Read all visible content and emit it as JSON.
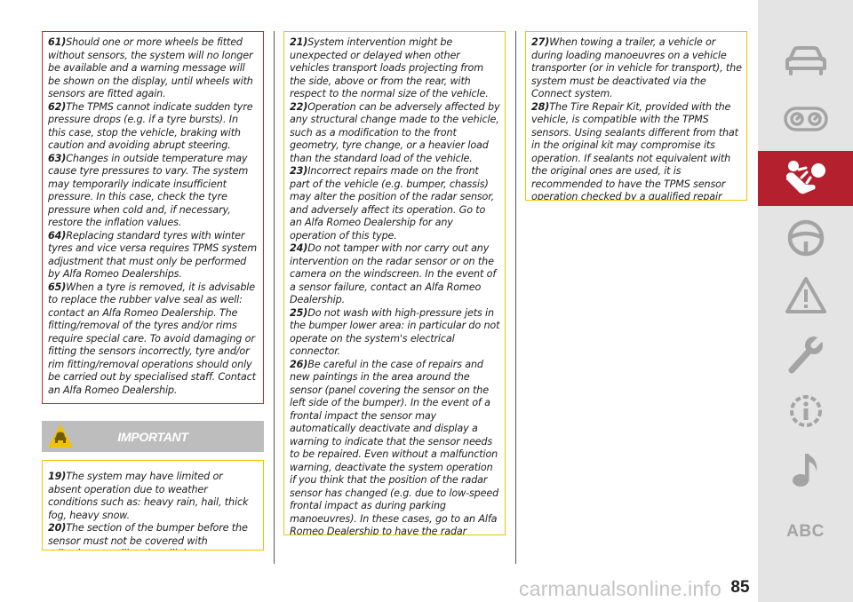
{
  "column1": {
    "notes": [
      {
        "num": "61)",
        "text": "Should one or more wheels be fitted without sensors, the system will no longer be available and a warning message will be shown on the display, until wheels with sensors are fitted again."
      },
      {
        "num": "62)",
        "text": "The TPMS cannot indicate sudden tyre pressure drops (e.g. if a tyre bursts). In this case, stop the vehicle, braking with caution and avoiding abrupt steering."
      },
      {
        "num": "63)",
        "text": "Changes in outside temperature may cause tyre pressures to vary. The system may temporarily indicate insufficient pressure. In this case, check the tyre pressure when cold and, if necessary, restore the inflation values."
      },
      {
        "num": "64)",
        "text": "Replacing standard tyres with winter tyres and vice versa requires TPMS system adjustment that must only be performed by Alfa Romeo Dealerships."
      },
      {
        "num": "65)",
        "text": "When a tyre is removed, it is advisable to replace the rubber valve seal as well: contact an Alfa Romeo Dealership. The fitting/removal of the tyres and/or rims require special care. To avoid damaging or fitting the sensors incorrectly, tyre and/or rim fitting/removal operations should only be carried out by specialised staff. Contact an Alfa Romeo Dealership."
      }
    ]
  },
  "important": {
    "title": "IMPORTANT",
    "notes": [
      {
        "num": "19)",
        "text": "The system may have limited or absent operation due to weather conditions such as: heavy rain, hail, thick fog, heavy snow."
      },
      {
        "num": "20)",
        "text": "The section of the bumper before the sensor must not be covered with adhesives, auxiliary headlights or any other object."
      }
    ]
  },
  "column2": {
    "notes": [
      {
        "num": "21)",
        "text": "System intervention might be unexpected or delayed when other vehicles transport loads projecting from the side, above or from the rear, with respect to the normal size of the vehicle."
      },
      {
        "num": "22)",
        "text": "Operation can be adversely affected by any structural change made to the vehicle, such as a modification to the front geometry, tyre change, or a heavier load than the standard load of the vehicle."
      },
      {
        "num": "23)",
        "text": "Incorrect repairs made on the front part of the vehicle (e.g. bumper, chassis) may alter the position of the radar sensor, and adversely affect its operation. Go to an Alfa Romeo Dealership for any operation of this type."
      },
      {
        "num": "24)",
        "text": "Do not tamper with nor carry out any intervention on the radar sensor or on the camera on the windscreen. In the event of a sensor failure, contact an Alfa Romeo Dealership."
      },
      {
        "num": "25)",
        "text": "Do not wash with high-pressure jets in the bumper lower area: in particular do not operate on the system's electrical connector."
      },
      {
        "num": "26)",
        "text": "Be careful in the case of repairs and new paintings in the area around the sensor (panel covering the sensor on the left side of the bumper). In the event of a frontal impact the sensor may automatically deactivate and display a warning to indicate that the sensor needs to be repaired. Even without a malfunction warning, deactivate the system operation if you think that the position of the radar sensor has changed (e.g. due to low-speed frontal impact as during parking manoeuvres). In these cases, go to an Alfa Romeo Dealership to have the radar sensor realigned or replaced."
      }
    ]
  },
  "column3": {
    "notes": [
      {
        "num": "27)",
        "text": "When towing a trailer, a vehicle or during loading manoeuvres on a vehicle transporter (or in vehicle for transport), the system must be deactivated via the Connect system."
      },
      {
        "num": "28)",
        "text": "The Tire Repair Kit, provided with the vehicle, is compatible with the TPMS sensors. Using sealants different from that in the original kit may compromise its operation. If sealants not equivalent with the original ones are used, it is recommended to have the TPMS sensor operation checked by a qualified repair centre."
      }
    ]
  },
  "sidebar": {
    "icons": [
      "car-icon",
      "dashboard-gauges-icon",
      "passenger-airbag-icon",
      "steering-wheel-icon",
      "warning-triangle-icon",
      "wrench-icon",
      "info-gear-icon",
      "music-note-icon"
    ],
    "active_icon": "passenger-airbag-icon",
    "abc_label": "ABC"
  },
  "page_number": "85",
  "watermark": "carmanualsonline.info",
  "colors": {
    "warning_border": "#d2232f",
    "important_border": "#f2c200",
    "important_banner": "#bdbdbd",
    "sidebar_bg": "#e4e4e4",
    "sidebar_active": "#b5202f",
    "sidebar_icon": "#a4a4a4"
  }
}
